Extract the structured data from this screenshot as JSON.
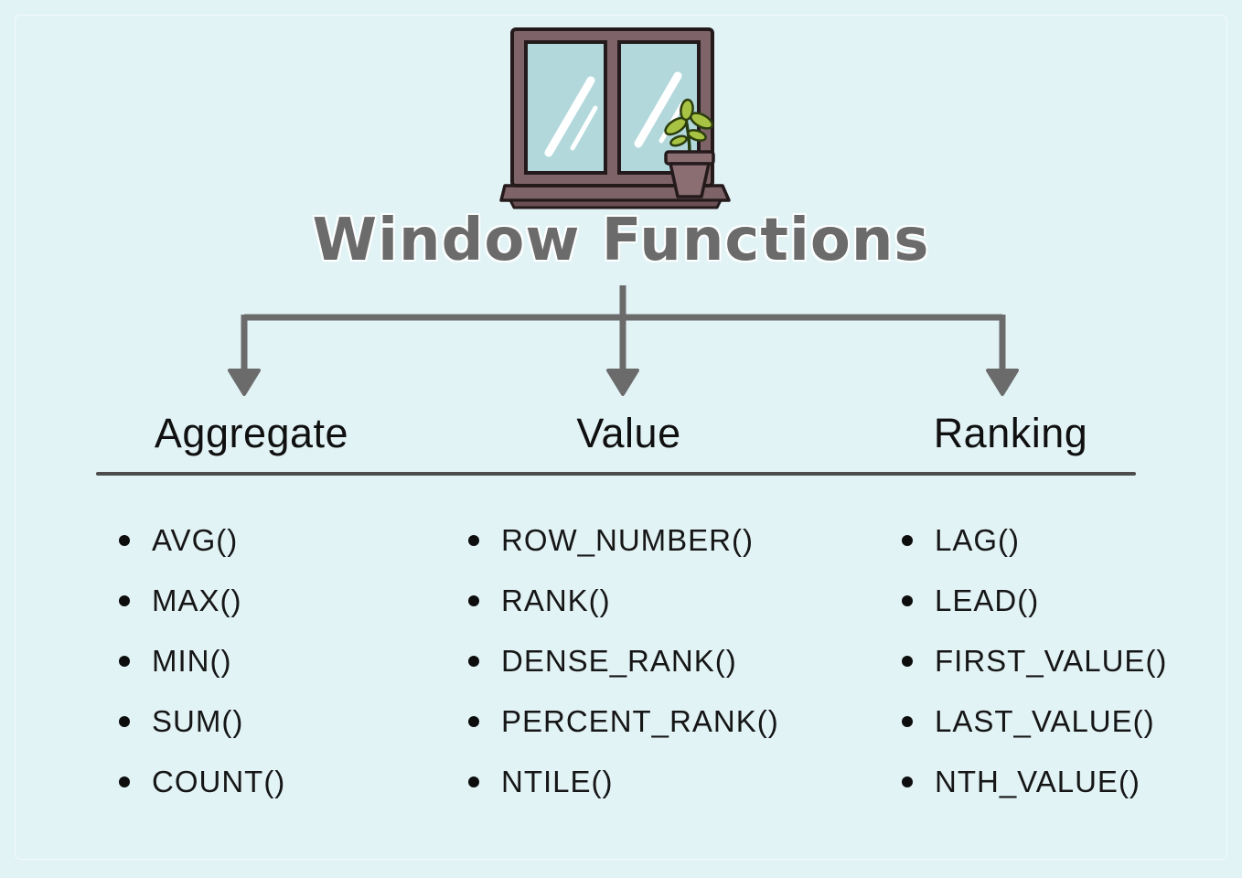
{
  "background": {
    "color": "#e2f3f6"
  },
  "illustration": {
    "icon": "window-with-plant-icon"
  },
  "title": {
    "text": "Window Functions",
    "color": "#6b6b6b"
  },
  "connector": {
    "color": "#6b6b6b",
    "arrow_count": 3
  },
  "divider": {
    "color": "#4c4c4c"
  },
  "columns": [
    {
      "header": "Aggregate",
      "items": [
        "AVG()",
        "MAX()",
        "MIN()",
        "SUM()",
        "COUNT()"
      ]
    },
    {
      "header": "Value",
      "items": [
        "ROW_NUMBER()",
        "RANK()",
        "DENSE_RANK()",
        "PERCENT_RANK()",
        "NTILE()"
      ]
    },
    {
      "header": "Ranking",
      "items": [
        "LAG()",
        "LEAD()",
        "FIRST_VALUE()",
        "LAST_VALUE()",
        "NTH_VALUE()"
      ]
    }
  ],
  "art_colors": {
    "frame": "#7e6468",
    "frame_dark": "#6a5054",
    "outline": "#241a1c",
    "glass": "#b2d8dc",
    "pot": "#8a6e72",
    "leaf": "#a8c243",
    "leaf_outline": "#2c3d0e"
  }
}
